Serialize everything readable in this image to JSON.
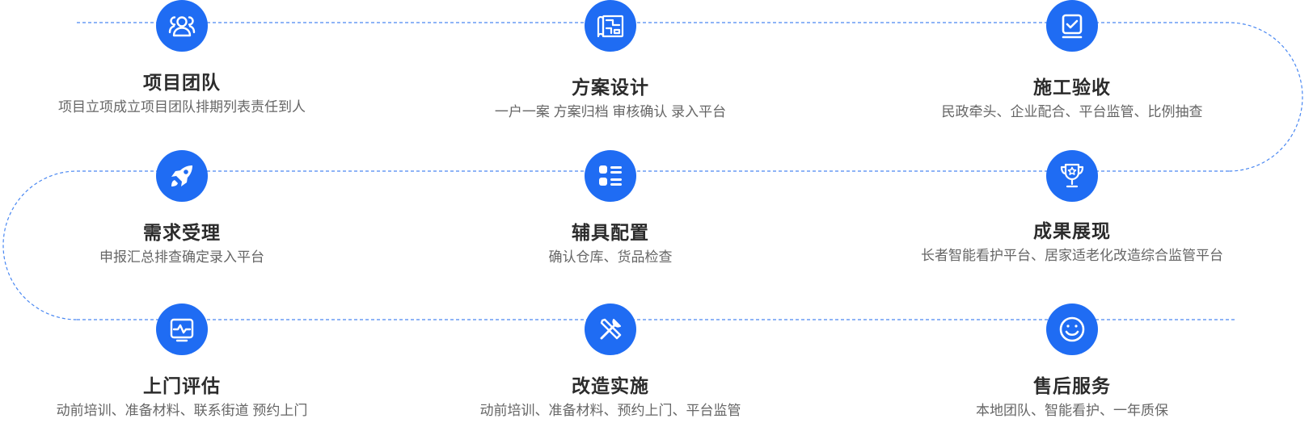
{
  "steps": [
    {
      "title": "项目团队",
      "desc": "项目立项成立项目团队排期列表责任到人",
      "icon": "team-icon"
    },
    {
      "title": "方案设计",
      "desc": "一户一案 方案归档 审核确认 录入平台",
      "icon": "blueprint-icon"
    },
    {
      "title": "施工验收",
      "desc": "民政牵头、企业配合、平台监管、比例抽查",
      "icon": "checkbox-icon"
    },
    {
      "title": "需求受理",
      "desc": "申报汇总排查确定录入平台",
      "icon": "rocket-icon"
    },
    {
      "title": "辅具配置",
      "desc": "确认仓库、货品检查",
      "icon": "list-icon"
    },
    {
      "title": "成果展现",
      "desc": "长者智能看护平台、居家适老化改造综合监管平台",
      "icon": "trophy-icon"
    },
    {
      "title": "上门评估",
      "desc": "动前培训、准备材料、联系街道 预约上门",
      "icon": "monitor-icon"
    },
    {
      "title": "改造实施",
      "desc": "动前培训、准备材料、预约上门、平台监管",
      "icon": "tools-icon"
    },
    {
      "title": "售后服务",
      "desc": "本地团队、智能看护、一年质保",
      "icon": "smile-icon"
    }
  ],
  "colors": {
    "accent": "#1f6cf3",
    "line": "#4a88f2",
    "title": "#2b2b2b",
    "desc": "#666666"
  }
}
